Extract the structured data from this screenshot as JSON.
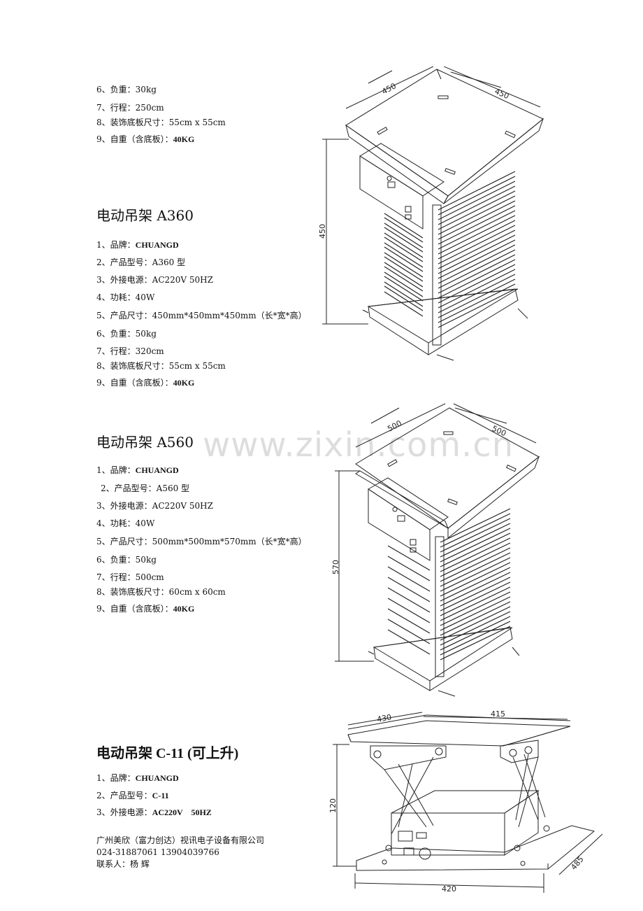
{
  "section_a": {
    "items": [
      {
        "num": "6",
        "label": "负重：",
        "value": "30kg"
      },
      {
        "num": "7",
        "label": "行程：",
        "value": "250cm"
      },
      {
        "num": "8",
        "label": "装饰底板尺寸：",
        "value": "55cm x 55cm"
      },
      {
        "num": "9",
        "label": "自重（含底板）：",
        "value": "40KG"
      }
    ]
  },
  "section_b": {
    "title": "电动吊架 A360",
    "items": [
      {
        "num": "1",
        "label": "品牌：",
        "value": "CHUANGD"
      },
      {
        "num": "2",
        "label": "产品型号：",
        "value": "A360 型"
      },
      {
        "num": "3",
        "label": "外接电源：",
        "value": "AC220V 50HZ"
      },
      {
        "num": "4",
        "label": "功耗：",
        "value": "40W"
      },
      {
        "num": "5",
        "label": "产品尺寸：",
        "value": "450mm*450mm*450mm（长*宽*高）"
      },
      {
        "num": "6",
        "label": "负重：",
        "value": "50kg"
      },
      {
        "num": "7",
        "label": "行程：",
        "value": "320cm"
      },
      {
        "num": "8",
        "label": "装饰底板尺寸：",
        "value": "55cm x 55cm"
      },
      {
        "num": "9",
        "label": "自重（含底板）：",
        "value": "40KG"
      }
    ],
    "dims": {
      "width_left": "450",
      "width_right": "450",
      "height": "450"
    }
  },
  "section_c": {
    "title": "电动吊架 A560",
    "items": [
      {
        "num": "1",
        "label": "品牌：",
        "value": "CHUANGD"
      },
      {
        "num": "2",
        "label": "产品型号：",
        "value": "A560 型"
      },
      {
        "num": "3",
        "label": "外接电源：",
        "value": "AC220V 50HZ"
      },
      {
        "num": "4",
        "label": "功耗：",
        "value": "40W"
      },
      {
        "num": "5",
        "label": "产品尺寸：",
        "value": "500mm*500mm*570mm（长*宽*高）"
      },
      {
        "num": "6",
        "label": "负重：",
        "value": "50kg"
      },
      {
        "num": "7",
        "label": "行程：",
        "value": "500cm"
      },
      {
        "num": "8",
        "label": "装饰底板尺寸：",
        "value": "60cm x 60cm"
      },
      {
        "num": "9",
        "label": "自重（含底板）：",
        "value": "40KG"
      }
    ],
    "dims": {
      "width_left": "500",
      "width_right": "500",
      "height": "570"
    }
  },
  "section_d": {
    "title": "电动吊架 C-11 (可上升)",
    "items": [
      {
        "num": "1",
        "label": "品牌：",
        "value": "CHUANGD"
      },
      {
        "num": "2",
        "label": "产品型号：",
        "value": "C-11"
      },
      {
        "num": "3",
        "label": "外接电源：",
        "value": "AC220V    50HZ"
      }
    ],
    "dims": {
      "top_left": "430",
      "top_right": "415",
      "height": "120",
      "bottom": "420",
      "depth": "485"
    }
  },
  "footer": {
    "company": "广州美欣（富力创达）视讯电子设备有限公司",
    "phones": "024-31887061 13904039766",
    "contact": "联系人：杨 辉"
  },
  "watermark": "www.zixin.com.cn"
}
